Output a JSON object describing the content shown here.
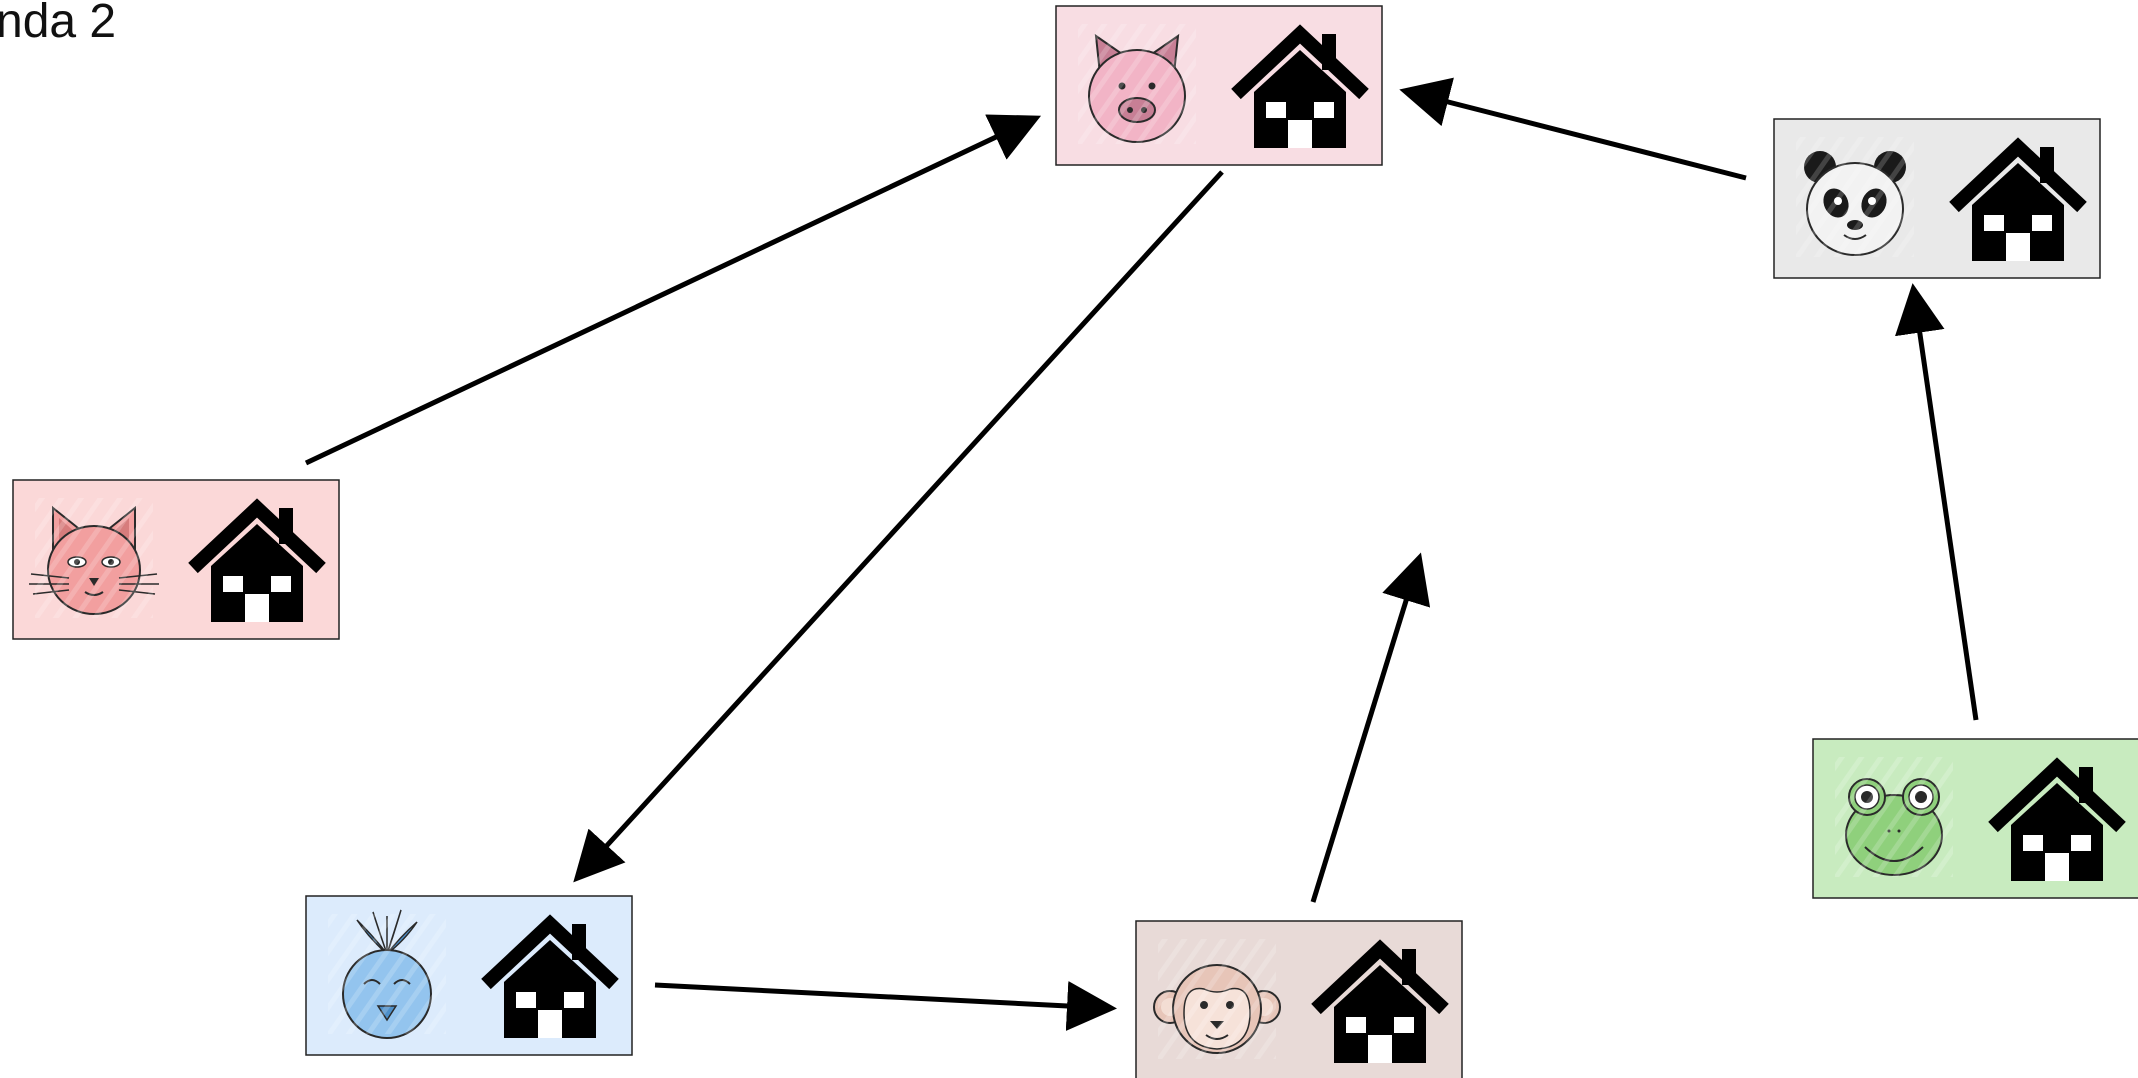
{
  "round_label": "nda 2",
  "nodes": [
    {
      "id": "pig",
      "animal": "pig",
      "animal_icon": "pig-face-icon",
      "home_icon": "house-icon",
      "fill": "#f8dde3",
      "face": "#f2b4c6",
      "accent": "#c77f95"
    },
    {
      "id": "panda",
      "animal": "panda",
      "animal_icon": "panda-face-icon",
      "home_icon": "house-icon",
      "fill": "#e9e9e9",
      "face": "#f2f2f2",
      "accent": "#1a1a1a"
    },
    {
      "id": "cat",
      "animal": "cat",
      "animal_icon": "cat-face-icon",
      "home_icon": "house-icon",
      "fill": "#fbd8d8",
      "face": "#f29f9f",
      "accent": "#d77c7c"
    },
    {
      "id": "frog",
      "animal": "frog",
      "animal_icon": "frog-face-icon",
      "home_icon": "house-icon",
      "fill": "#c8ebbf",
      "face": "#8fd07c",
      "accent": "#5e9f4e"
    },
    {
      "id": "bird",
      "animal": "bird",
      "animal_icon": "bird-face-icon",
      "home_icon": "house-icon",
      "fill": "#dcebfc",
      "face": "#93c4ee",
      "accent": "#4d8fc9"
    },
    {
      "id": "monkey",
      "animal": "monkey",
      "animal_icon": "monkey-face-icon",
      "home_icon": "house-icon",
      "fill": "#e8dad7",
      "face": "#e7c5b8",
      "accent": "#a98a7f"
    }
  ],
  "edges": [
    {
      "from": "cat",
      "to": "pig"
    },
    {
      "from": "panda",
      "to": "pig"
    },
    {
      "from": "pig",
      "to": "bird"
    },
    {
      "from": "bird",
      "to": "monkey"
    },
    {
      "from": "frog",
      "to": "panda"
    },
    {
      "from": "monkey",
      "to": "open-space"
    }
  ],
  "colors": {
    "border": "#222222",
    "arrow": "#000000",
    "house": "#000000"
  }
}
